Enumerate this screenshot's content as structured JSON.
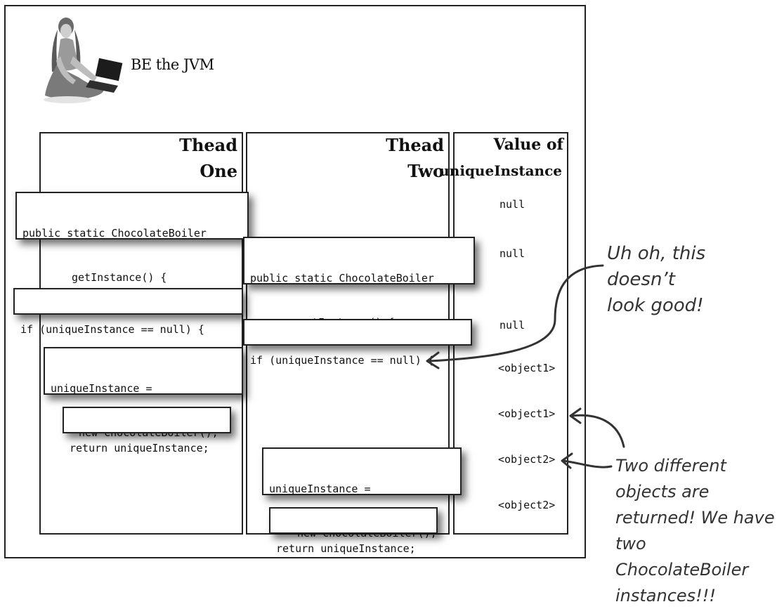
{
  "title": "BE the JVM",
  "columns": [
    {
      "line1": "Thead",
      "line2": "One"
    },
    {
      "line1": "Thead",
      "line2": "Two"
    },
    {
      "line1": "Value of",
      "line2": "uniqueInstance"
    }
  ],
  "thread_one": {
    "get_instance_1": "public static ChocolateBoiler",
    "get_instance_2": "getInstance() {",
    "if_check": "if (uniqueInstance == null) {",
    "assign_1": "uniqueInstance =",
    "assign_2": "new ChocolateBoiler();",
    "return": "return uniqueInstance;"
  },
  "thread_two": {
    "get_instance_1": "public static ChocolateBoiler",
    "get_instance_2": "getInstance() {",
    "if_check": "if (uniqueInstance == null) {",
    "assign_1": "uniqueInstance =",
    "assign_2": "new ChocolateBoiler();",
    "return": "return uniqueInstance;"
  },
  "values": [
    "null",
    "null",
    "null",
    "<object1>",
    "<object1>",
    "<object2>",
    "<object2>"
  ],
  "annotations": {
    "uh_oh_1": "Uh oh, this doesn’t",
    "uh_oh_2": "look good!",
    "two_diff_1": "Two different",
    "two_diff_2": "objects are",
    "two_diff_3": "returned!  We have",
    "two_diff_4": "two ChocolateBoiler",
    "two_diff_5": "instances!!!"
  }
}
